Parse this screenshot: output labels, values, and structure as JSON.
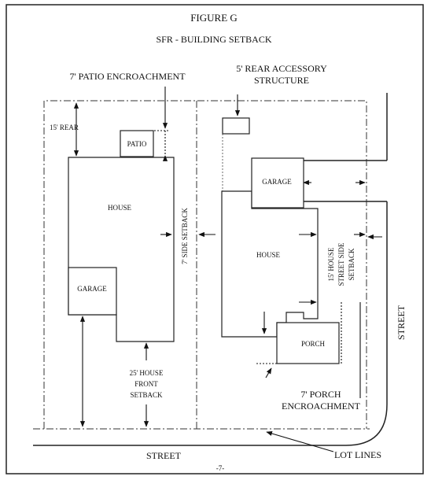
{
  "figure": {
    "title": "FIGURE G",
    "subtitle": "SFR - BUILDING SETBACK",
    "page_number": "-7-"
  },
  "labels": {
    "patio_encroachment": "7' PATIO ENCROACHMENT",
    "rear_accessory_line1": "5' REAR ACCESSORY",
    "rear_accessory_line2": "STRUCTURE",
    "rear_setback": "15' REAR",
    "patio": "PATIO",
    "house_left": "HOUSE",
    "garage_left": "GARAGE",
    "side_setback": "7' SIDE SETBACK",
    "front_setback_line1": "25' HOUSE",
    "front_setback_line2": "FRONT",
    "front_setback_line3": "SETBACK",
    "garage_right": "GARAGE",
    "house_right": "HOUSE",
    "porch": "PORCH",
    "street_side_line1": "15' HOUSE",
    "street_side_line2": "STREET SIDE",
    "street_side_line3": "SETBACK",
    "porch_encroachment_line1": "7' PORCH",
    "porch_encroachment_line2": "ENCROACHMENT",
    "street_bottom": "STREET",
    "street_right": "STREET",
    "lot_lines": "LOT LINES"
  }
}
